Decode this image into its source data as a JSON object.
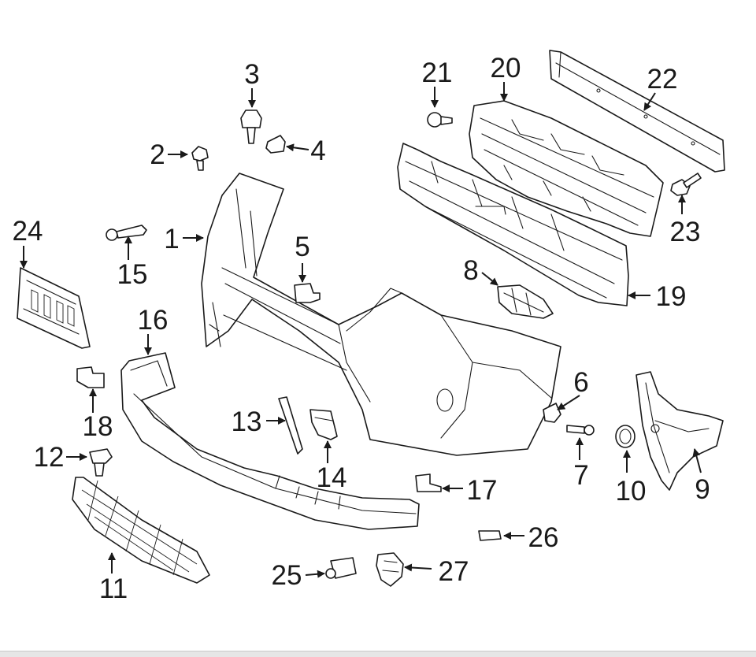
{
  "labels": {
    "p1": "1",
    "p2": "2",
    "p3": "3",
    "p4": "4",
    "p5": "5",
    "p6": "6",
    "p7": "7",
    "p8": "8",
    "p9": "9",
    "p10": "10",
    "p11": "11",
    "p12": "12",
    "p13": "13",
    "p14": "14",
    "p15": "15",
    "p16": "16",
    "p17": "17",
    "p18": "18",
    "p19": "19",
    "p20": "20",
    "p21": "21",
    "p22": "22",
    "p23": "23",
    "p24": "24",
    "p25": "25",
    "p26": "26",
    "p27": "27"
  }
}
